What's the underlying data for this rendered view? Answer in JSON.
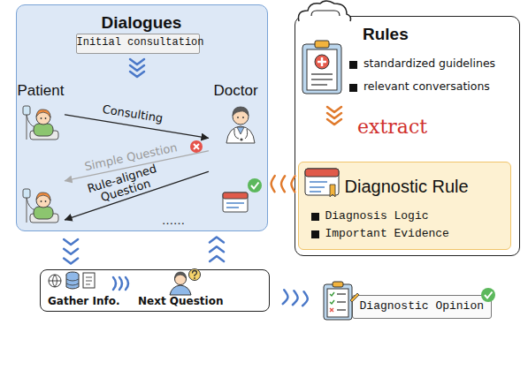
{
  "diagram": {
    "nodes": [
      {
        "text": [
          "Dialogues"
        ]
      },
      {
        "text": [
          "Initial consultation"
        ],
        "in": 0
      },
      {
        "text": [
          "Patient"
        ],
        "in": 0
      },
      {
        "text": [
          "Doctor"
        ],
        "in": 0
      },
      {
        "text": [
          "Rules",
          "standardized guidelines",
          "relevant conversations",
          "extract"
        ]
      },
      {
        "text": [
          "Diagnostic Rule",
          "Diagnosis Logic",
          "Important Evidence"
        ],
        "in": 4
      },
      {
        "text": [
          "Gather Info.",
          "Next Question"
        ]
      },
      {
        "text": [
          "Diagnostic Opinion"
        ]
      }
    ],
    "edges": [
      {
        "from": 2,
        "to": 3,
        "arrow": "to",
        "label": "Consulting"
      },
      {
        "from": 3,
        "to": 2,
        "arrow": "to",
        "label": "Simple Question"
      },
      {
        "from": 3,
        "to": 2,
        "arrow": "to",
        "label": "Rule-aligned Question"
      },
      {
        "from": 4,
        "to": 0,
        "arrow": "to"
      },
      {
        "from": 0,
        "to": 6,
        "arrow": "to"
      },
      {
        "from": 6,
        "to": 0,
        "arrow": "to"
      },
      {
        "from": 6,
        "to": 7,
        "arrow": "to"
      }
    ],
    "labels": [
      "……"
    ]
  }
}
